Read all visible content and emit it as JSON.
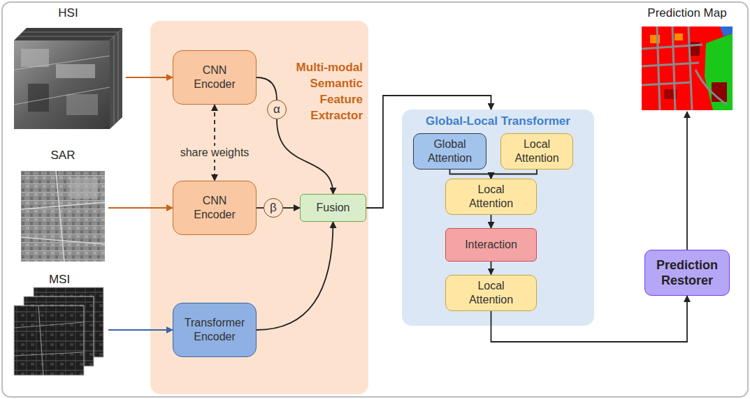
{
  "diagram": {
    "nodes": [
      {
        "text": [
          "HSI"
        ]
      },
      {
        "text": [
          "SAR"
        ]
      },
      {
        "text": [
          "MSI"
        ]
      },
      {
        "text": [
          "Multi-modal Semantic Feature Extractor"
        ]
      },
      {
        "text": [
          "CNN Encoder"
        ],
        "in": 3
      },
      {
        "text": [
          "CNN Encoder"
        ],
        "in": 3
      },
      {
        "text": [
          "Transformer Encoder"
        ],
        "in": 3
      },
      {
        "text": [
          "α"
        ],
        "in": 3
      },
      {
        "text": [
          "β"
        ],
        "in": 3
      },
      {
        "text": [
          "Fusion"
        ],
        "in": 3
      },
      {
        "text": [
          "Global-Local Transformer"
        ]
      },
      {
        "text": [
          "Global Attention"
        ],
        "in": 10
      },
      {
        "text": [
          "Local Attention"
        ],
        "in": 10
      },
      {
        "text": [
          "Local Attention"
        ],
        "in": 10
      },
      {
        "text": [
          "Interaction"
        ],
        "in": 10
      },
      {
        "text": [
          "Local Attention"
        ],
        "in": 10
      },
      {
        "text": [
          "Prediction Restorer"
        ]
      },
      {
        "text": [
          "Prediction Map"
        ]
      }
    ],
    "edges": [
      {
        "from": 0,
        "to": 4,
        "arrow": "to"
      },
      {
        "from": 1,
        "to": 5,
        "arrow": "to"
      },
      {
        "from": 2,
        "to": 6,
        "arrow": "to"
      },
      {
        "from": 4,
        "to": 5,
        "label": "share weights",
        "arrow": "both"
      },
      {
        "from": 4,
        "to": 7,
        "arrow": "none"
      },
      {
        "from": 7,
        "to": 9,
        "arrow": "to"
      },
      {
        "from": 5,
        "to": 8,
        "arrow": "none"
      },
      {
        "from": 8,
        "to": 9,
        "arrow": "to"
      },
      {
        "from": 6,
        "to": 9,
        "arrow": "to"
      },
      {
        "from": 9,
        "to": 10,
        "arrow": "to"
      },
      {
        "from": 11,
        "to": 13,
        "arrow": "to"
      },
      {
        "from": 12,
        "to": 13,
        "arrow": "to"
      },
      {
        "from": 13,
        "to": 14,
        "arrow": "to"
      },
      {
        "from": 14,
        "to": 15,
        "arrow": "to"
      },
      {
        "from": 15,
        "to": 16,
        "arrow": "to"
      },
      {
        "from": 16,
        "to": 17,
        "arrow": "to"
      }
    ]
  }
}
